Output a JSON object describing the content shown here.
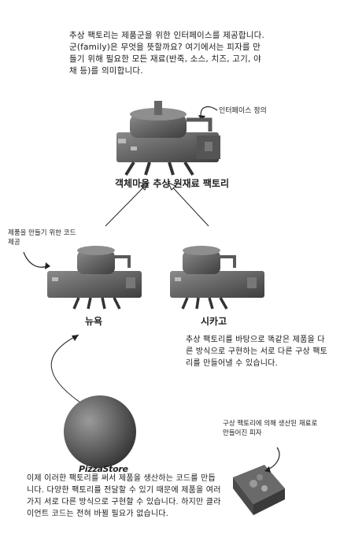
{
  "intro_text": "추상 팩토리는 제품군을 위한 인터페이스를 제공합니다. 군(family)은 무엇을 뜻할까요? 여기에서는 피자를 만들기 위해 필요한 모든 재료(반죽, 소스, 치즈, 고기, 야채 등)를 의미합니다.",
  "notes": {
    "interface_def": "인터페이스 정의",
    "code_for_products": "제품을 만들기 위한 코드 제공",
    "pizza_from_factory": "구상 팩토리에 의해 생산된 재료로 만들어진 피자"
  },
  "labels": {
    "abstract_factory": "객체마을 추상 원재료 팩토리",
    "newyork": "뉴욕",
    "chicago": "시카고",
    "store": "PizzaStore"
  },
  "desc_concrete": "추상 팩토리를 바탕으로 똑같은 제품을 다른 방식으로 구현하는 서로 다른 구상 팩토리를 만들어낼 수 있습니다.",
  "desc_bottom": "이제 이러한 팩토리를 써서 제품을 생산하는 코드를 만듭니다. 다양한 팩토리를 전달할 수 있기 때문에 제품을 여러 가지 서로 다른 방식으로 구현할 수 있습니다. 하지만 클라이언트 코드는 전혀 바뀔 필요가 없습니다."
}
